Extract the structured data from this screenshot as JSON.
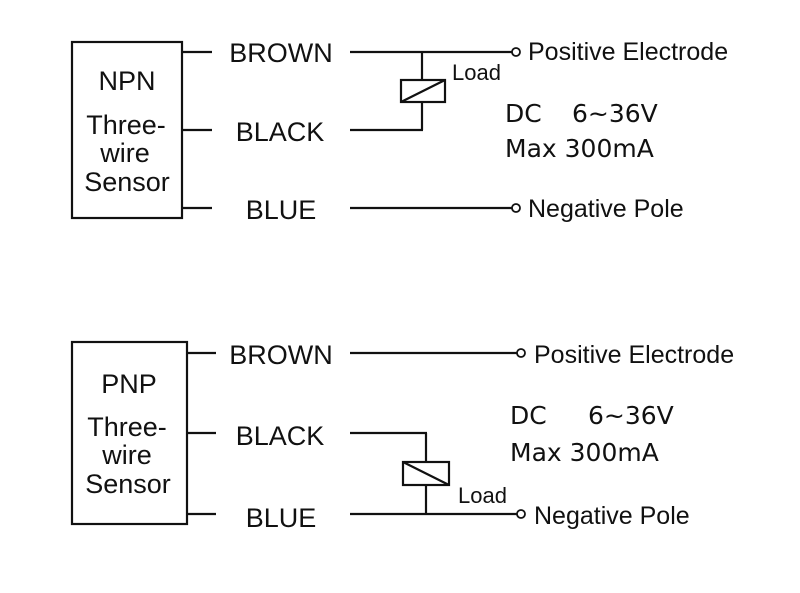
{
  "diagrams": [
    {
      "id": "npn",
      "sensor_type": "NPN",
      "sensor_desc": [
        "Three-",
        "wire",
        "Sensor"
      ],
      "wires": [
        "BROWN",
        "BLACK",
        "BLUE"
      ],
      "terminals": {
        "positive": "Positive Electrode",
        "negative": "Negative Pole"
      },
      "load_label": "Load",
      "load_between": [
        "BROWN",
        "BLACK"
      ],
      "spec": {
        "line1_a": "DC",
        "line1_b": "6~36V",
        "line2": "Max 300mA"
      }
    },
    {
      "id": "pnp",
      "sensor_type": "PNP",
      "sensor_desc": [
        "Three-",
        "wire",
        "Sensor"
      ],
      "wires": [
        "BROWN",
        "BLACK",
        "BLUE"
      ],
      "terminals": {
        "positive": "Positive Electrode",
        "negative": "Negative Pole"
      },
      "load_label": "Load",
      "load_between": [
        "BLACK",
        "BLUE"
      ],
      "spec": {
        "line1_a": "DC",
        "line1_b": "6~36V",
        "line2": "Max 300mA"
      }
    }
  ]
}
